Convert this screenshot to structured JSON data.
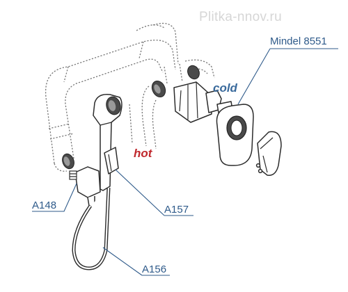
{
  "watermark": "Plitka-nnov.ru",
  "model": "Mindel 8551",
  "labels": {
    "hot": "hot",
    "cold": "cold",
    "a148": "A148",
    "a157": "A157",
    "a156": "A156"
  },
  "colors": {
    "hot": "#c0282d",
    "cold": "#3a6a9c",
    "callout": "#2e5a8a",
    "watermark": "#d6d6d6"
  }
}
